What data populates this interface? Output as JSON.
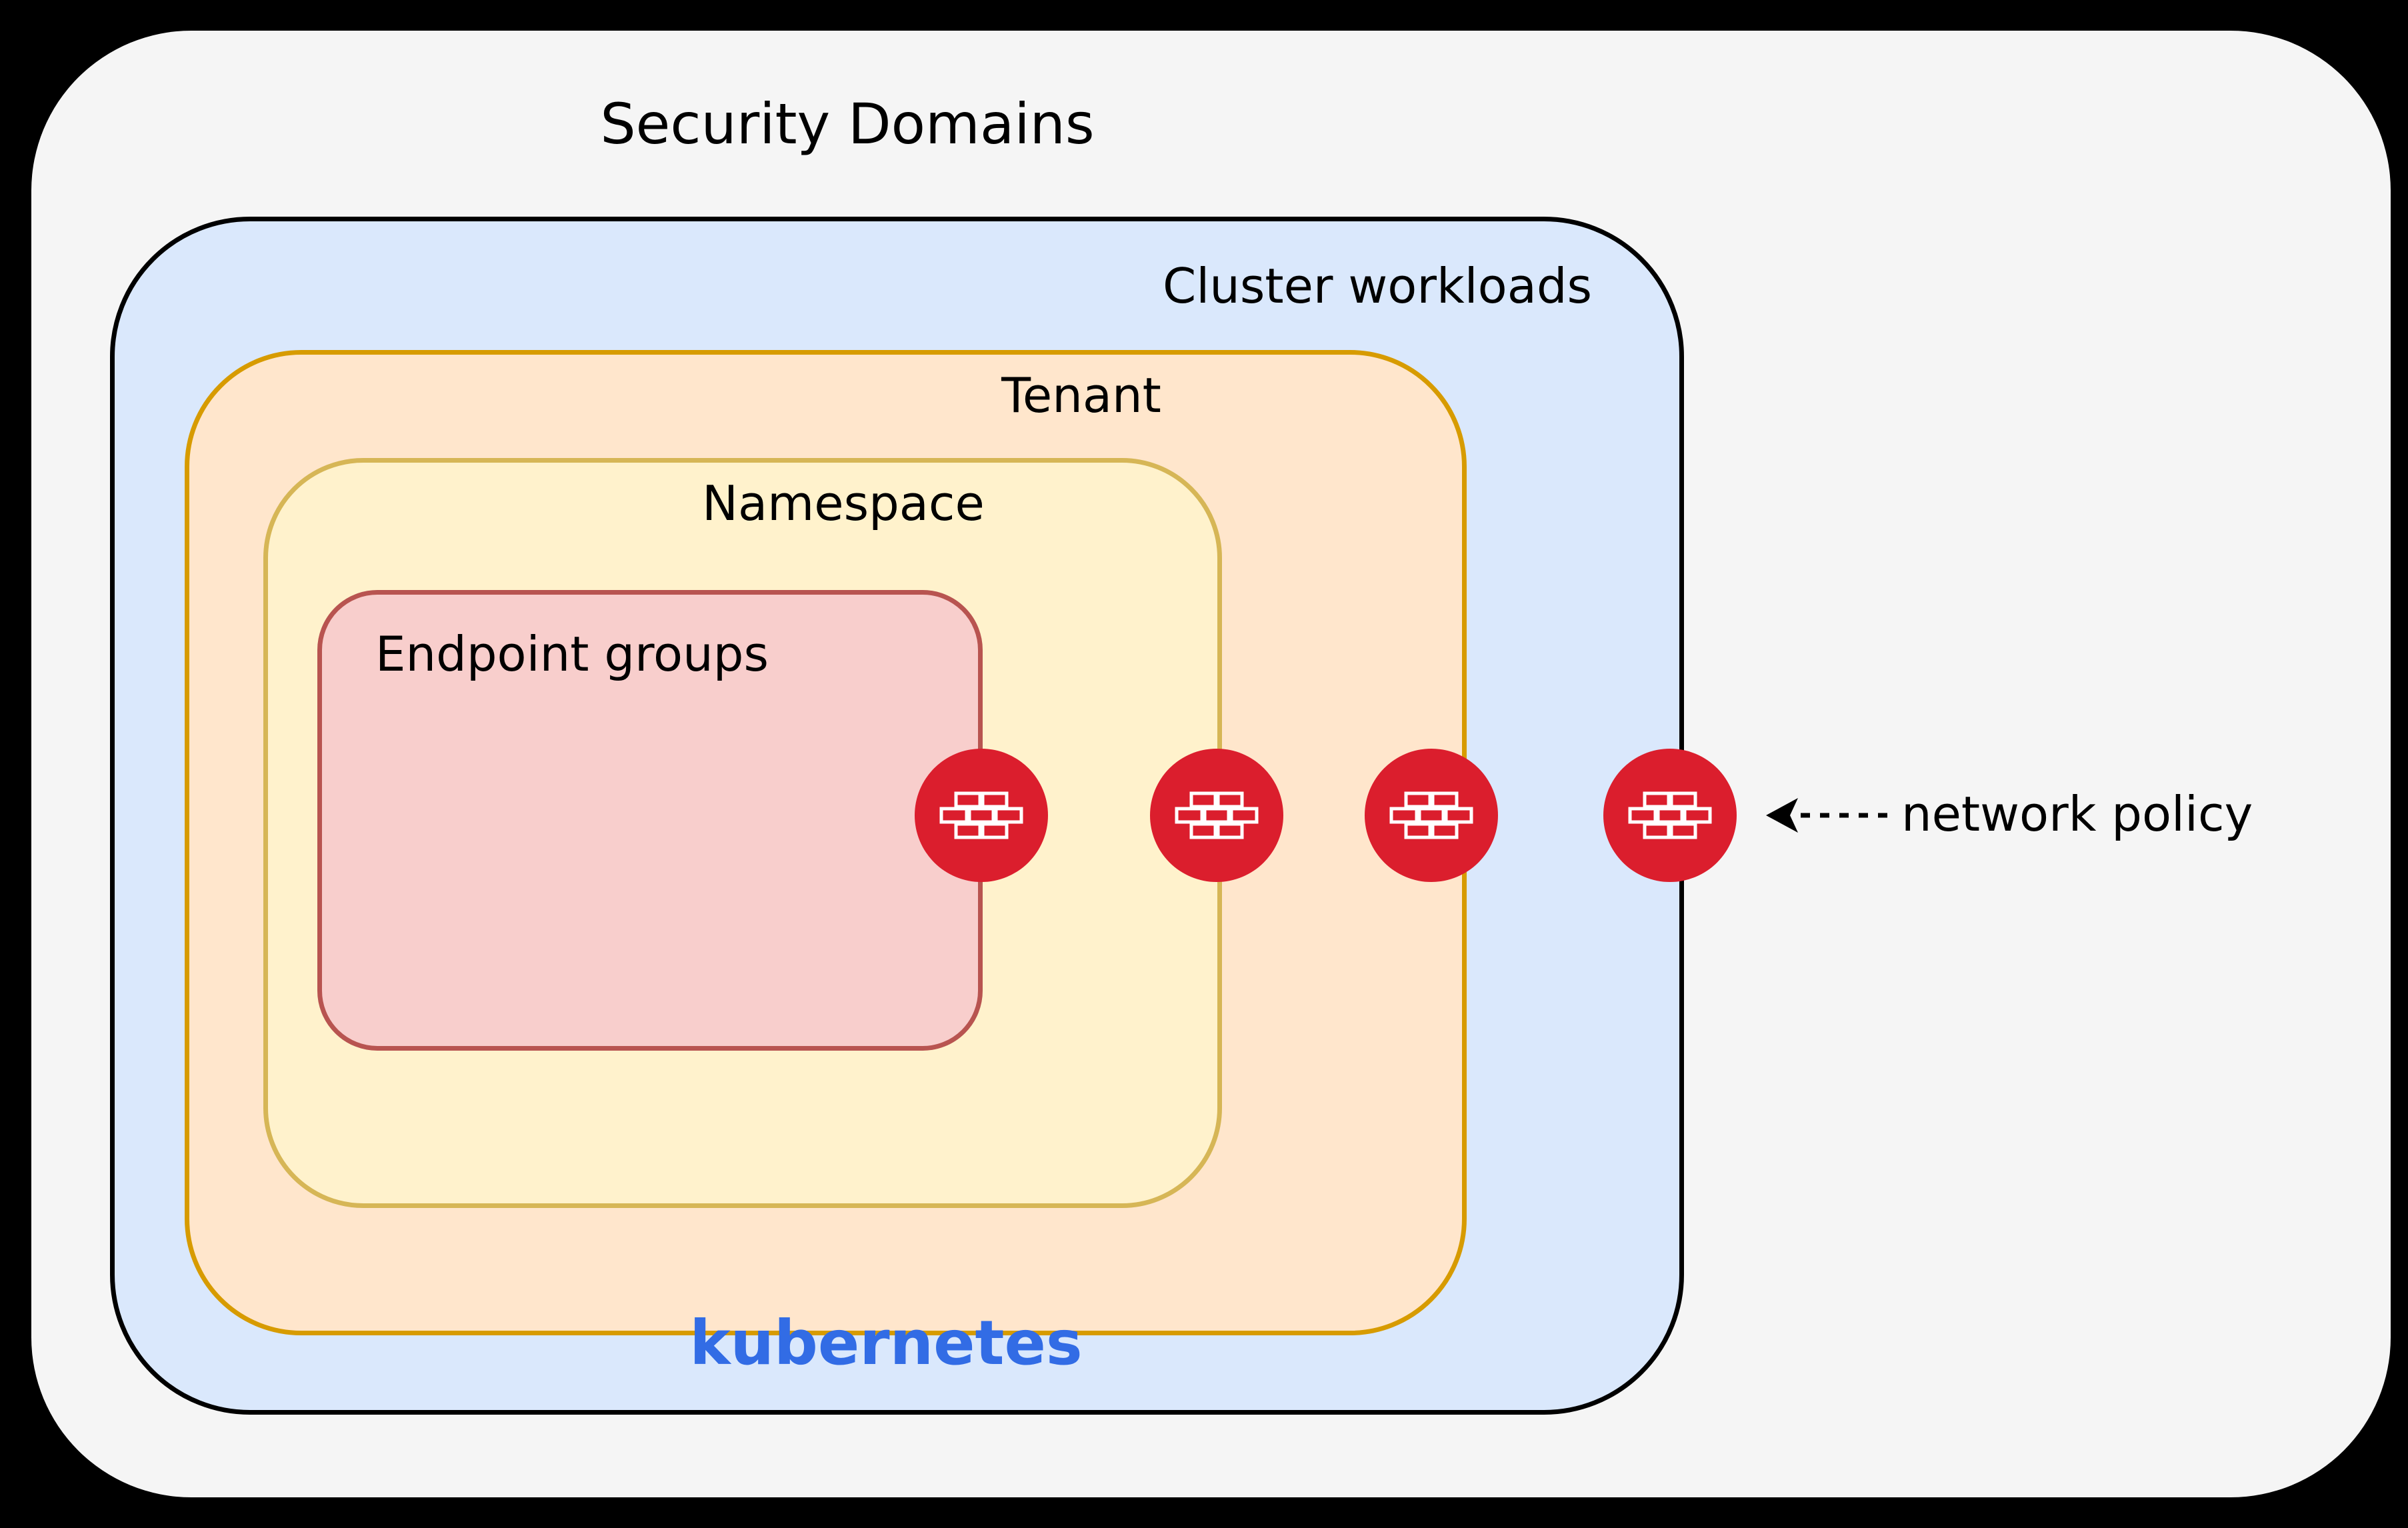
{
  "title": "Security Domains",
  "domains": [
    {
      "name": "cluster-workloads",
      "label": "Cluster workloads",
      "footer_label": "kubernetes",
      "fill": "#dae8fc",
      "border": "#000000"
    },
    {
      "name": "tenant",
      "label": "Tenant",
      "fill": "#ffe6cc",
      "border": "#d79b00"
    },
    {
      "name": "namespace",
      "label": "Namespace",
      "fill": "#fff2cc",
      "border": "#d6b656"
    },
    {
      "name": "endpoint-groups",
      "label": "Endpoint groups",
      "fill": "#f8cecc",
      "border": "#b85450"
    }
  ],
  "network_policy": {
    "label": "network policy",
    "firewall_count": 4,
    "color": "#db1e2d",
    "icons": {
      "firewall": "firewall-brick-icon",
      "arrow": "dashed-arrow-left-icon"
    }
  },
  "colors": {
    "page_background": "#000000",
    "outer_panel": "#f5f5f5",
    "kubernetes_blue": "#326ce5",
    "text": "#000000"
  }
}
